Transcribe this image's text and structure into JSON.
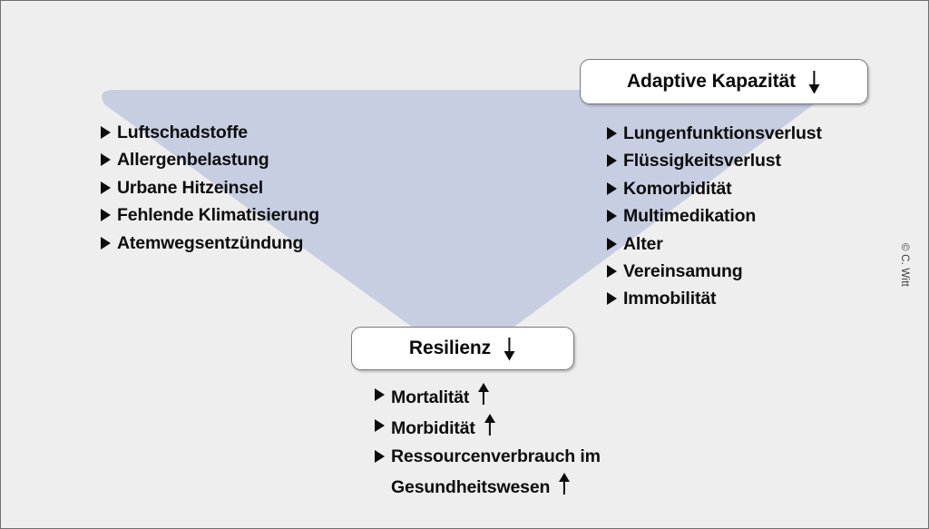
{
  "figure": {
    "background_color": "#eeeeef",
    "border_color": "#6f6f72",
    "triangle_color": "#c8cee2",
    "credit": "© C. Witt"
  },
  "boxes": {
    "adaptive": {
      "label": "Adaptive Kapazität",
      "arrow": "down-arrow-icon"
    },
    "resilienz": {
      "label": "Resilienz",
      "arrow": "down-arrow-icon"
    }
  },
  "lists": {
    "left": {
      "items": [
        {
          "label": "Luftschadstoffe"
        },
        {
          "label": "Allergenbelastung"
        },
        {
          "label": "Urbane Hitzeinsel"
        },
        {
          "label": "Fehlende Klimatisierung"
        },
        {
          "label": "Atemwegsentzündung"
        }
      ]
    },
    "right": {
      "items": [
        {
          "label": "Lungenfunktionsverlust"
        },
        {
          "label": "Flüssigkeitsverlust"
        },
        {
          "label": "Komorbidität"
        },
        {
          "label": "Multimedikation"
        },
        {
          "label": "Alter"
        },
        {
          "label": "Vereinsamung"
        },
        {
          "label": "Immobilität"
        }
      ]
    },
    "bottom": {
      "items": [
        {
          "label": "Mortalität",
          "arrow": "up-arrow-icon"
        },
        {
          "label": "Morbidität",
          "arrow": "up-arrow-icon"
        },
        {
          "label": "Ressourcenverbrauch im",
          "continuation": "Gesundheitswesen",
          "arrow": "up-arrow-icon"
        }
      ]
    }
  }
}
